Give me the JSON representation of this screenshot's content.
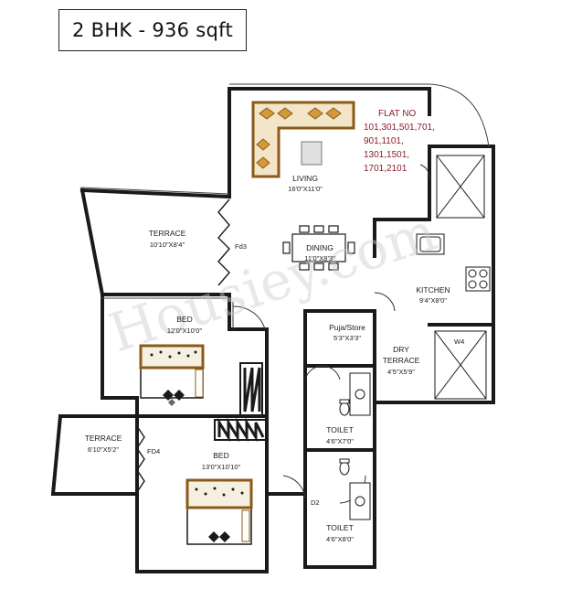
{
  "title": "2 BHK - 936 sqft",
  "flat_no": {
    "heading": "FLAT NO",
    "lines": [
      "101,301,501,701,",
      "901,1101,",
      "1301,1501,",
      "1701,2101"
    ]
  },
  "rooms": {
    "living": {
      "name": "LIVING",
      "dim": "16'0\"X11'0\""
    },
    "terrace1": {
      "name": "TERRACE",
      "dim": "10'10\"X8'4\""
    },
    "dining": {
      "name": "DINING",
      "dim": "11'0\"X8'3\""
    },
    "kitchen": {
      "name": "KITCHEN",
      "dim": "9'4\"X8'0\""
    },
    "bed1": {
      "name": "BED",
      "dim": "12'0\"X10'0\""
    },
    "puja": {
      "name": "Puja/Store",
      "dim": "5'3\"X3'3\""
    },
    "dry_terrace": {
      "name1": "DRY",
      "name2": "TERRACE",
      "dim": "4'5\"X5'9\""
    },
    "toilet1": {
      "name": "TOILET",
      "dim": "4'6\"X7'0\""
    },
    "terrace2": {
      "name": "TERRACE",
      "dim": "6'10\"X5'2\""
    },
    "bed2": {
      "name": "BED",
      "dim": "13'0\"X10'10\""
    },
    "toilet2": {
      "name": "TOILET",
      "dim": "4'6\"X8'0\""
    }
  },
  "doors": {
    "fd3": "Fd3",
    "fd4": "FD4",
    "d2": "D2",
    "w4": "W4"
  },
  "watermark": "Housiey.com",
  "colors": {
    "wall": "#1a1a1a",
    "flat_text": "#8a1c2b",
    "sofa": "#8b5a1a",
    "accent": "#e8a030"
  }
}
